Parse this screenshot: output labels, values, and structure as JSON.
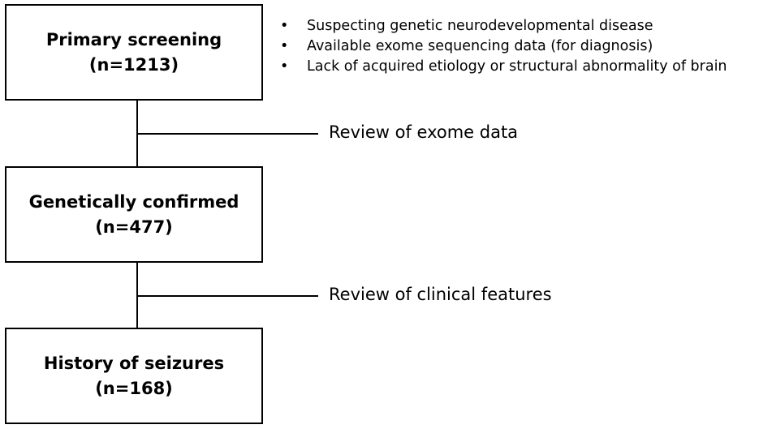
{
  "boxes": [
    {
      "title": "Primary screening",
      "count": "(n=1213)"
    },
    {
      "title": "Genetically confirmed",
      "count": "(n=477)"
    },
    {
      "title": "History of seizures",
      "count": "(n=168)"
    }
  ],
  "criteria": [
    "Suspecting genetic neurodevelopmental disease",
    "Available exome sequencing data (for diagnosis)",
    "Lack of acquired etiology or structural abnormality of brain"
  ],
  "bullet_symbol": "•",
  "steps": [
    "Review of exome data",
    "Review of clinical features"
  ]
}
